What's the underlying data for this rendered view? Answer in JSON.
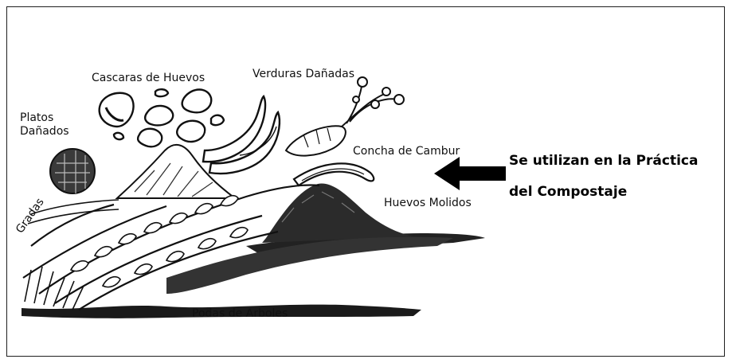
{
  "labels": {
    "cascaras": "Cascaras de Huevos",
    "verduras": "Verduras Dañadas",
    "platos": "Platos\nDañados",
    "concha": "Concha de Cambur",
    "huevos_molidos": "Huevos Molidos",
    "gradas": "Gradas",
    "podas": "Podas de Arboles"
  },
  "callout": {
    "line1": "Se utilizan en la Práctica",
    "line2": "del Compostaje"
  }
}
